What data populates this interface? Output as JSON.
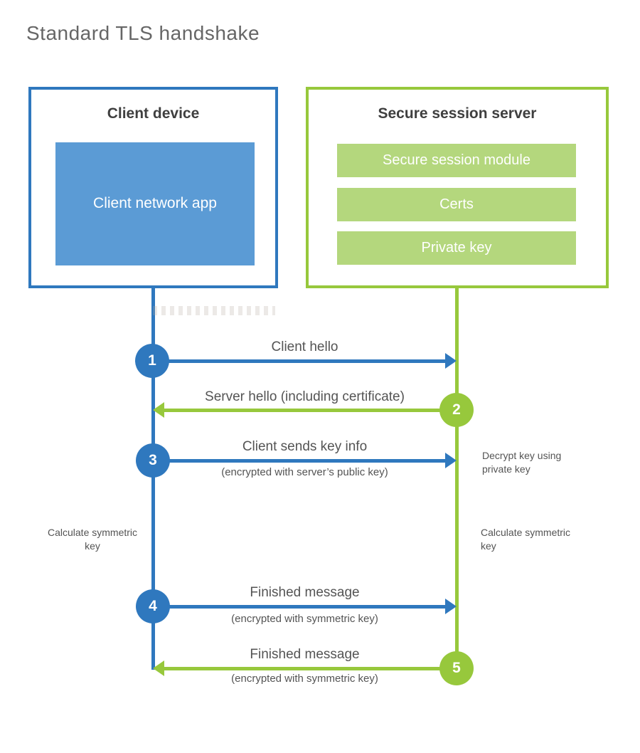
{
  "page_title": "Standard TLS handshake",
  "client": {
    "title": "Client device",
    "app": "Client network app"
  },
  "server": {
    "title": "Secure session server",
    "modules": [
      "Secure session module",
      "Certs",
      "Private key"
    ]
  },
  "flows": [
    {
      "step": "1",
      "label": "Client hello",
      "sub": "",
      "direction": "right",
      "color": "blue"
    },
    {
      "step": "2",
      "label": "Server hello (including certificate)",
      "sub": "",
      "direction": "left",
      "color": "green"
    },
    {
      "step": "3",
      "label": "Client sends key info",
      "sub": "(encrypted with server’s public key)",
      "direction": "right",
      "color": "blue"
    },
    {
      "step": "4",
      "label": "Finished message",
      "sub": "(encrypted with symmetric key)",
      "direction": "right",
      "color": "blue"
    },
    {
      "step": "5",
      "label": "Finished message",
      "sub": "(encrypted with symmetric key)",
      "direction": "left",
      "color": "green"
    }
  ],
  "annotations": {
    "decrypt_note": "Decrypt key using private key",
    "client_calc_note": "Calculate symmetric key",
    "server_calc_note": "Calculate symmetric key"
  },
  "colors": {
    "blue": "#2F78BE",
    "blueLight": "#5B9BD5",
    "green": "#97C83C",
    "greenLight": "#B4D77D",
    "textDark": "#3F3F3F",
    "textGray": "#545454",
    "titleGray": "#666666"
  }
}
